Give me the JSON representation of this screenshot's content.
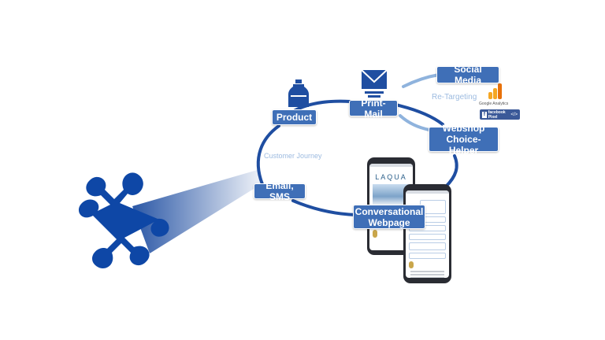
{
  "nodes": {
    "social_media": "Social Media",
    "print_mail": "Print-Mail",
    "product": "Product",
    "webshop": "Webshop\nChoice-Helper",
    "email_sms": "Email, SMS",
    "conversational": "Conversational\nWebpage"
  },
  "labels": {
    "retargeting": "Re-Targeting",
    "customer_journey": "Customer Journey",
    "google_analytics": "Google Analytics",
    "facebook_pixel": "facebook Pixel"
  },
  "phone_front": {
    "brand": "LAQUA"
  },
  "colors": {
    "primary": "#3f6fb7",
    "dark_blue": "#1f4ea1",
    "puzzle": "#0e47a6",
    "light_line": "#8fb3dd",
    "pale_text": "#9dbbe0"
  },
  "icons": [
    "bottle-icon",
    "envelope-icon",
    "google-analytics-icon",
    "facebook-pixel-icon",
    "puzzle-piece-icon"
  ]
}
